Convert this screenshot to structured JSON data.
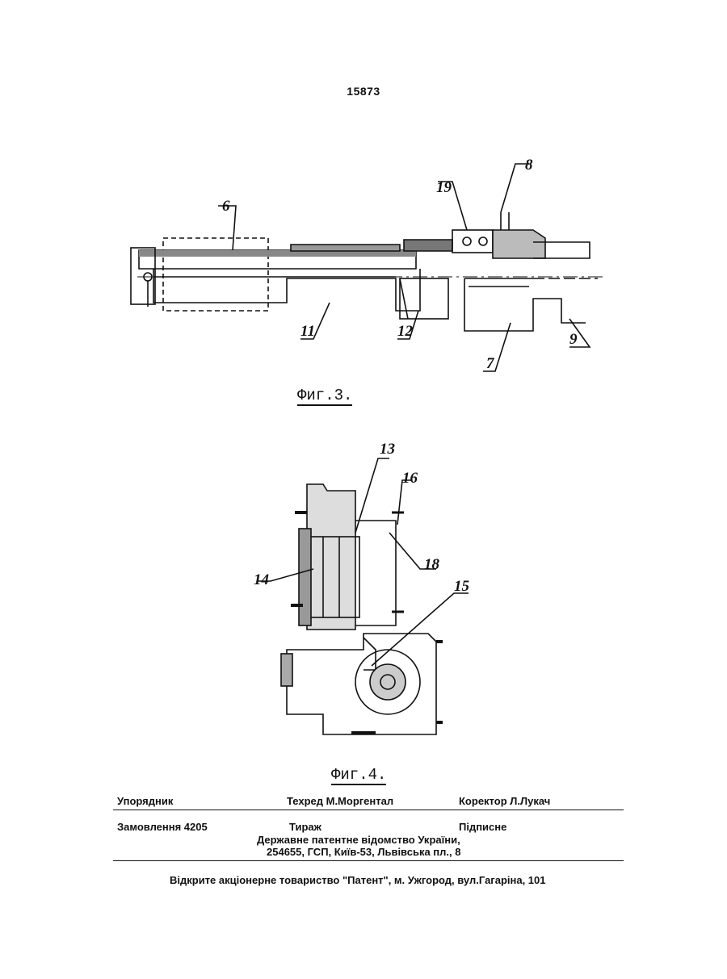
{
  "page_number": "15873",
  "figure3": {
    "caption": "Фиг.3.",
    "labels": [
      "6",
      "19",
      "8",
      "11",
      "12",
      "7",
      "9"
    ]
  },
  "figure4": {
    "caption": "Фиг.4.",
    "labels": [
      "13",
      "16",
      "18",
      "14",
      "15"
    ]
  },
  "imprint": {
    "compiler": "Упорядник",
    "techeditor": "Техред М.Моргентал",
    "corrector": "Коректор Л.Лукач",
    "order": "Замовлення 4205",
    "circulation": "Тираж",
    "signed": "Підписне",
    "office_line1": "Державне патентне відомство України,",
    "office_line2": "254655, ГСП, Київ-53, Львівська пл., 8",
    "publisher": "Відкрите акціонерне товариство \"Патент\", м. Ужгород, вул.Гагаріна, 101"
  }
}
